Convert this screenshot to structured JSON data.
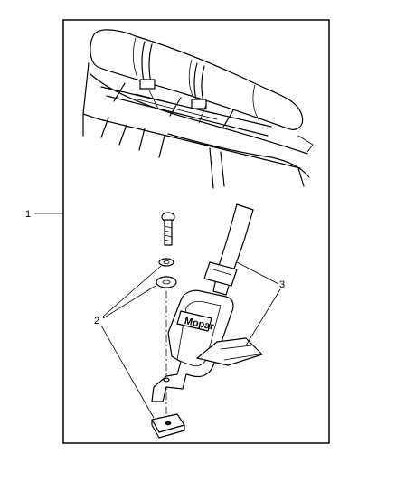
{
  "callouts": {
    "kit": "1",
    "hardware": "2",
    "strap": "3"
  },
  "logo": {
    "text": "Mopar"
  },
  "colors": {
    "line": "#000000",
    "background": "#ffffff"
  }
}
